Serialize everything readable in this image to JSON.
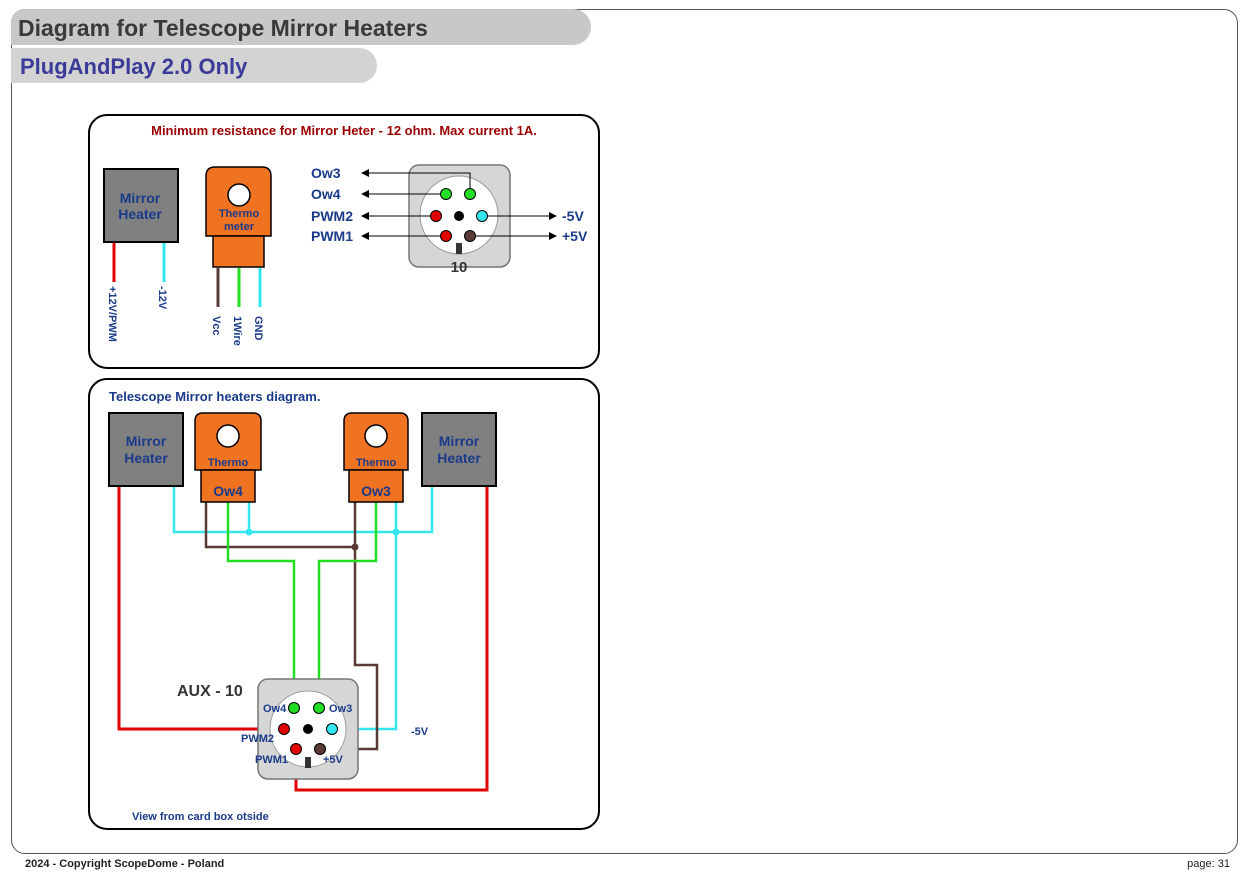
{
  "header": {
    "title": "Diagram for Telescope Mirror Heaters",
    "subtitle": "PlugAndPlay 2.0 Only"
  },
  "panel1": {
    "note": "Minimum resistance for Mirror Heter - 12 ohm. Max current 1A.",
    "heater": {
      "line1": "Mirror",
      "line2": "Heater"
    },
    "heater_wires": {
      "pos": "+12V/PWM",
      "neg": "-12V"
    },
    "thermo": {
      "line1": "Thermo",
      "line2": "meter"
    },
    "thermo_wires": {
      "vcc": "Vcc",
      "wire": "1Wire",
      "gnd": "GND"
    },
    "connector": {
      "number": "10",
      "pins": {
        "ow3": "Ow3",
        "ow4": "Ow4",
        "pwm2": "PWM2",
        "pwm1": "PWM1",
        "neg5v": "-5V",
        "pos5v": "+5V"
      }
    }
  },
  "panel2": {
    "title": "Telescope Mirror heaters diagram.",
    "heater_left": {
      "line1": "Mirror",
      "line2": "Heater"
    },
    "heater_right": {
      "line1": "Mirror",
      "line2": "Heater"
    },
    "thermo_left": {
      "label": "Thermo",
      "id": "Ow4"
    },
    "thermo_right": {
      "label": "Thermo",
      "id": "Ow3"
    },
    "aux": {
      "label": "AUX - 10",
      "pins": {
        "ow4": "Ow4",
        "ow3": "Ow3",
        "pwm2": "PWM2",
        "pwm1": "PWM1",
        "pos5v": "+5V",
        "neg5v": "-5V"
      }
    },
    "view_note": "View from card box otside"
  },
  "footer": {
    "copyright": "2024 - Copyright ScopeDome - Poland",
    "page": "page: 31"
  },
  "colors": {
    "red": "#e00000",
    "green": "#22dd22",
    "cyan": "#33e6f0",
    "brown": "#5a3a36",
    "orange": "#f07322",
    "heater_gray": "#808080",
    "label_blue": "#1a3a8a",
    "note_red": "#9a0000"
  }
}
